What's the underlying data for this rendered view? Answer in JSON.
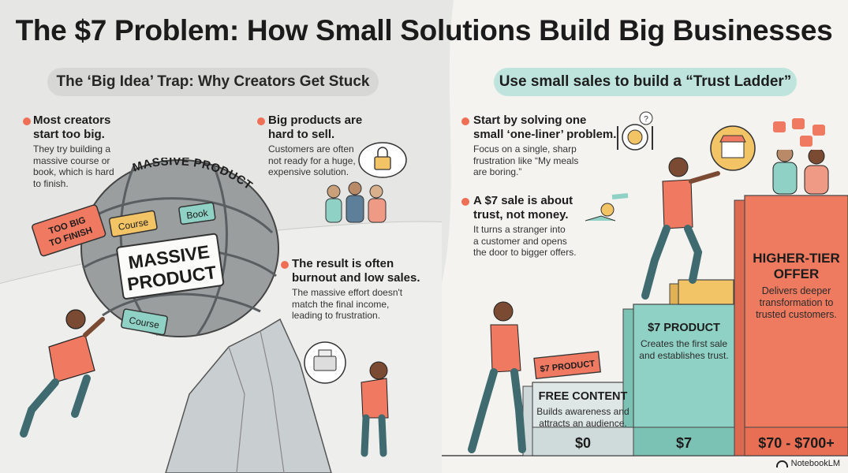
{
  "title": "The $7 Problem: How Small Solutions Build Big Businesses",
  "left": {
    "heading": "The ‘Big Idea’ Trap: Why Creators Get Stuck",
    "points": [
      {
        "head": [
          "Most creators",
          "start too big."
        ],
        "body": [
          "They try building a",
          "massive course or",
          "book, which is hard",
          "to finish."
        ]
      },
      {
        "head": [
          "Big products are",
          "hard to sell."
        ],
        "body": [
          "Customers are often",
          "not ready for a huge,",
          "expensive solution."
        ]
      },
      {
        "head": [
          "The result is often",
          "burnout and low sales."
        ],
        "body": [
          "The massive effort doesn't",
          "match the final income,",
          "leading to frustration."
        ]
      }
    ],
    "illustration": {
      "arc_label": "MASSIVE PRODUCT",
      "ball_label": [
        "MASSIVE",
        "PRODUCT"
      ],
      "tag_too_big": [
        "TOO BIG",
        "TO FINISH"
      ],
      "tag_course": "Course",
      "tag_book": "Book",
      "tag_course2": "Course"
    }
  },
  "right": {
    "heading": "Use small sales to build a “Trust Ladder”",
    "points": [
      {
        "head": [
          "Start by solving one",
          "small ‘one-liner’ problem."
        ],
        "body": [
          "Focus on a single, sharp",
          "frustration like “My meals",
          "are boring.”"
        ]
      },
      {
        "head": [
          "A $7 sale is about",
          "trust, not money."
        ],
        "body": [
          "It turns a stranger into",
          "a customer and opens",
          "the door to bigger offers."
        ]
      }
    ],
    "box_label": "$7 PRODUCT",
    "steps": [
      {
        "title": "FREE CONTENT",
        "desc": [
          "Builds awareness and",
          "attracts an audience."
        ],
        "price": "$0"
      },
      {
        "title": "$7 PRODUCT",
        "desc": [
          "Creates the first sale",
          "and establishes trust."
        ],
        "price": "$7"
      },
      {
        "title": "HIGHER-TIER OFFER",
        "desc": [
          "Delivers deeper",
          "transformation to",
          "trusted customers."
        ],
        "price": "$70 - $700+"
      }
    ],
    "colors": {
      "step1": "#dfe6e6",
      "step2": "#8fd1c4",
      "step3": "#ee7a5f",
      "accent": "#ef6f55"
    }
  },
  "footer": {
    "brand": "NotebookLM"
  }
}
